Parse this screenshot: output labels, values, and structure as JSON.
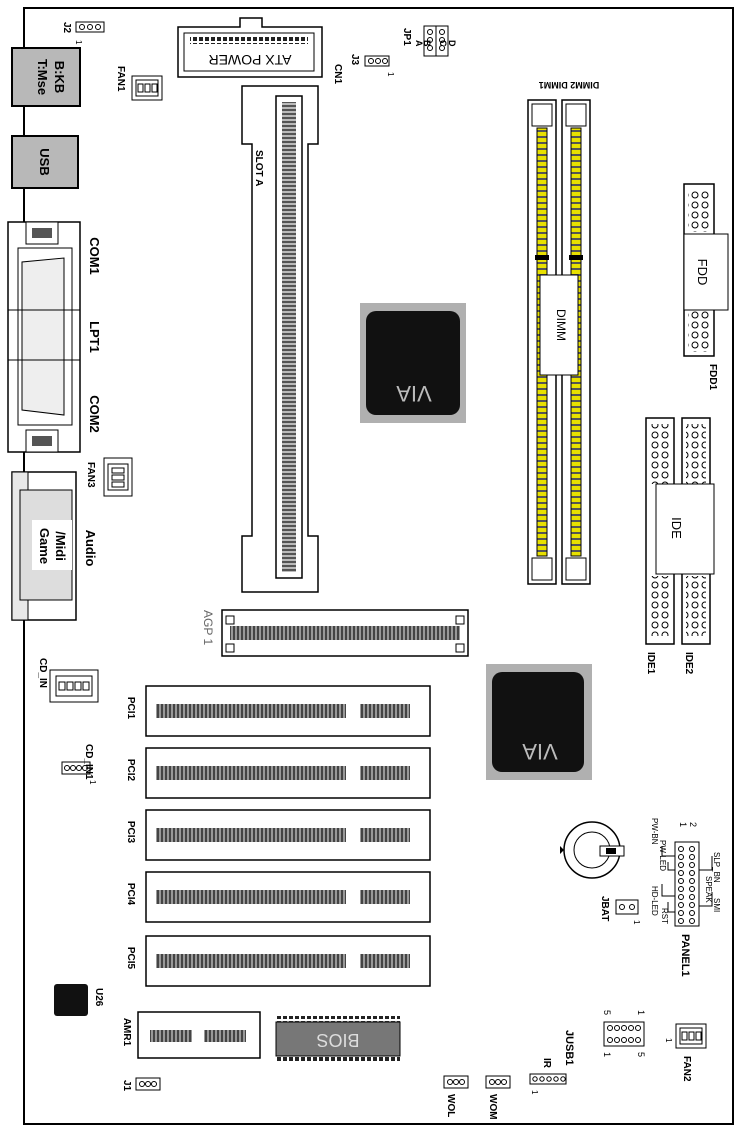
{
  "labels": {
    "atx_power": "ATX POWER",
    "cn1": "CN1",
    "j2": "J2",
    "j3": "J3",
    "jp1": "JP1",
    "jp1_pins": [
      "A",
      "B",
      "C",
      "D"
    ],
    "fan1": "FAN1",
    "fan2": "FAN2",
    "fan3": "FAN3",
    "ps2_top": "T:Mse",
    "ps2_bottom": "B:KB",
    "usb": "USB",
    "com1": "COM1",
    "lpt1": "LPT1",
    "com2": "COM2",
    "game_midi_1": "Game",
    "game_midi_2": "/Midi",
    "audio": "Audio",
    "slot_a": "SLOT A",
    "dimm2_dimm1": "DIMM2 DIMM1",
    "dimm_center": "DIMM",
    "fdd": "FDD",
    "fdd1": "FDD1",
    "ide": "IDE",
    "ide1": "IDE1",
    "ide2": "IDE2",
    "via_chip": "VIA",
    "agp1": "AGP 1",
    "cd_in": "CD_IN",
    "cd_in1": "CD_IN1",
    "pci": [
      "PCI1",
      "PCI2",
      "PCI3",
      "PCI4",
      "PCI5"
    ],
    "u26": "U26",
    "amr1": "AMR1",
    "bios": "BIOS",
    "j1": "J1",
    "wol": "WOL",
    "wom": "WOM",
    "ir": "IR",
    "jusb1": "JUSB1",
    "jbat": "JBAT",
    "panel1": "PANEL1",
    "pw_bn": "PW-BN",
    "pw_led": "PW-LED",
    "hd_led": "HD-LED",
    "rst": "RST",
    "speak": "SPEAK",
    "smi": "SMI",
    "slp_bn": "SLP_BN",
    "pin_1": "1",
    "pin_2": "2",
    "pin_5": "5"
  },
  "colors": {
    "line": "#000000",
    "board": "#ffffff",
    "chip_dark": "#111111",
    "chip_halo": "#b0b0b0",
    "port_grey": "#b8b8b8",
    "slot_grey": "#999999",
    "dimm_yellow": "#e8e000",
    "dimm_dark": "#333333"
  }
}
